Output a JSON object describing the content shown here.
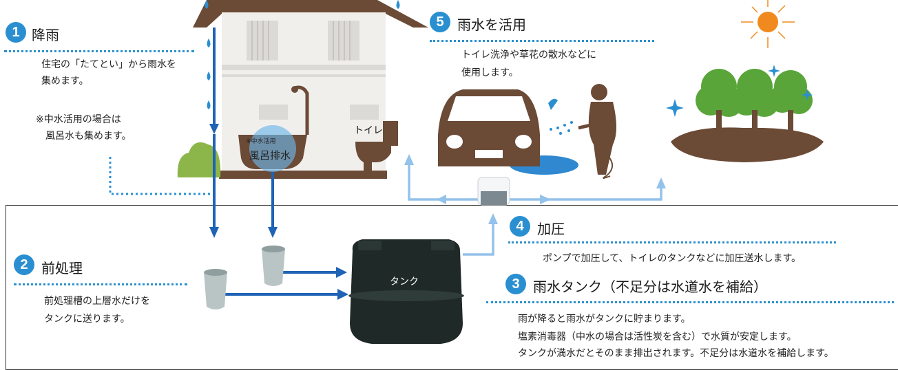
{
  "steps": [
    {
      "num": "1",
      "title": "降雨",
      "lines": [
        "住宅の「たてとい」から雨水を",
        "集めます。"
      ],
      "note": [
        "※中水活用の場合は",
        "風呂水も集めます。"
      ]
    },
    {
      "num": "2",
      "title": "前処理",
      "lines": [
        "前処理槽の上層水だけを",
        "タンクに送ります。"
      ]
    },
    {
      "num": "3",
      "title": "雨水タンク（不足分は水道水を補給）",
      "lines": [
        "雨が降ると雨水がタンクに貯まります。",
        "塩素消毒器（中水の場合は活性炭を含む）で水質が安定します。",
        "タンクが満水だとそのまま排出されます。不足分は水道水を補給します。"
      ]
    },
    {
      "num": "4",
      "title": "加圧",
      "lines": [
        "ポンプで加圧して、トイレのタンクなどに加圧送水します。"
      ]
    },
    {
      "num": "5",
      "title": "雨水を活用",
      "lines": [
        "トイレ洗浄や草花の散水などに",
        "使用します。"
      ]
    }
  ],
  "labels": {
    "bath_note": "※中水活用",
    "bath": "風呂排水",
    "toilet": "トイレ",
    "tank": "タンク"
  },
  "colors": {
    "accent": "#2a8fd0",
    "house": "#6b4a36",
    "flow_dark": "#1f63b5",
    "flow_light": "#93c2ea",
    "wall": "#f1efec",
    "sun": "#f08a1e",
    "tree": "#5aa53a"
  }
}
